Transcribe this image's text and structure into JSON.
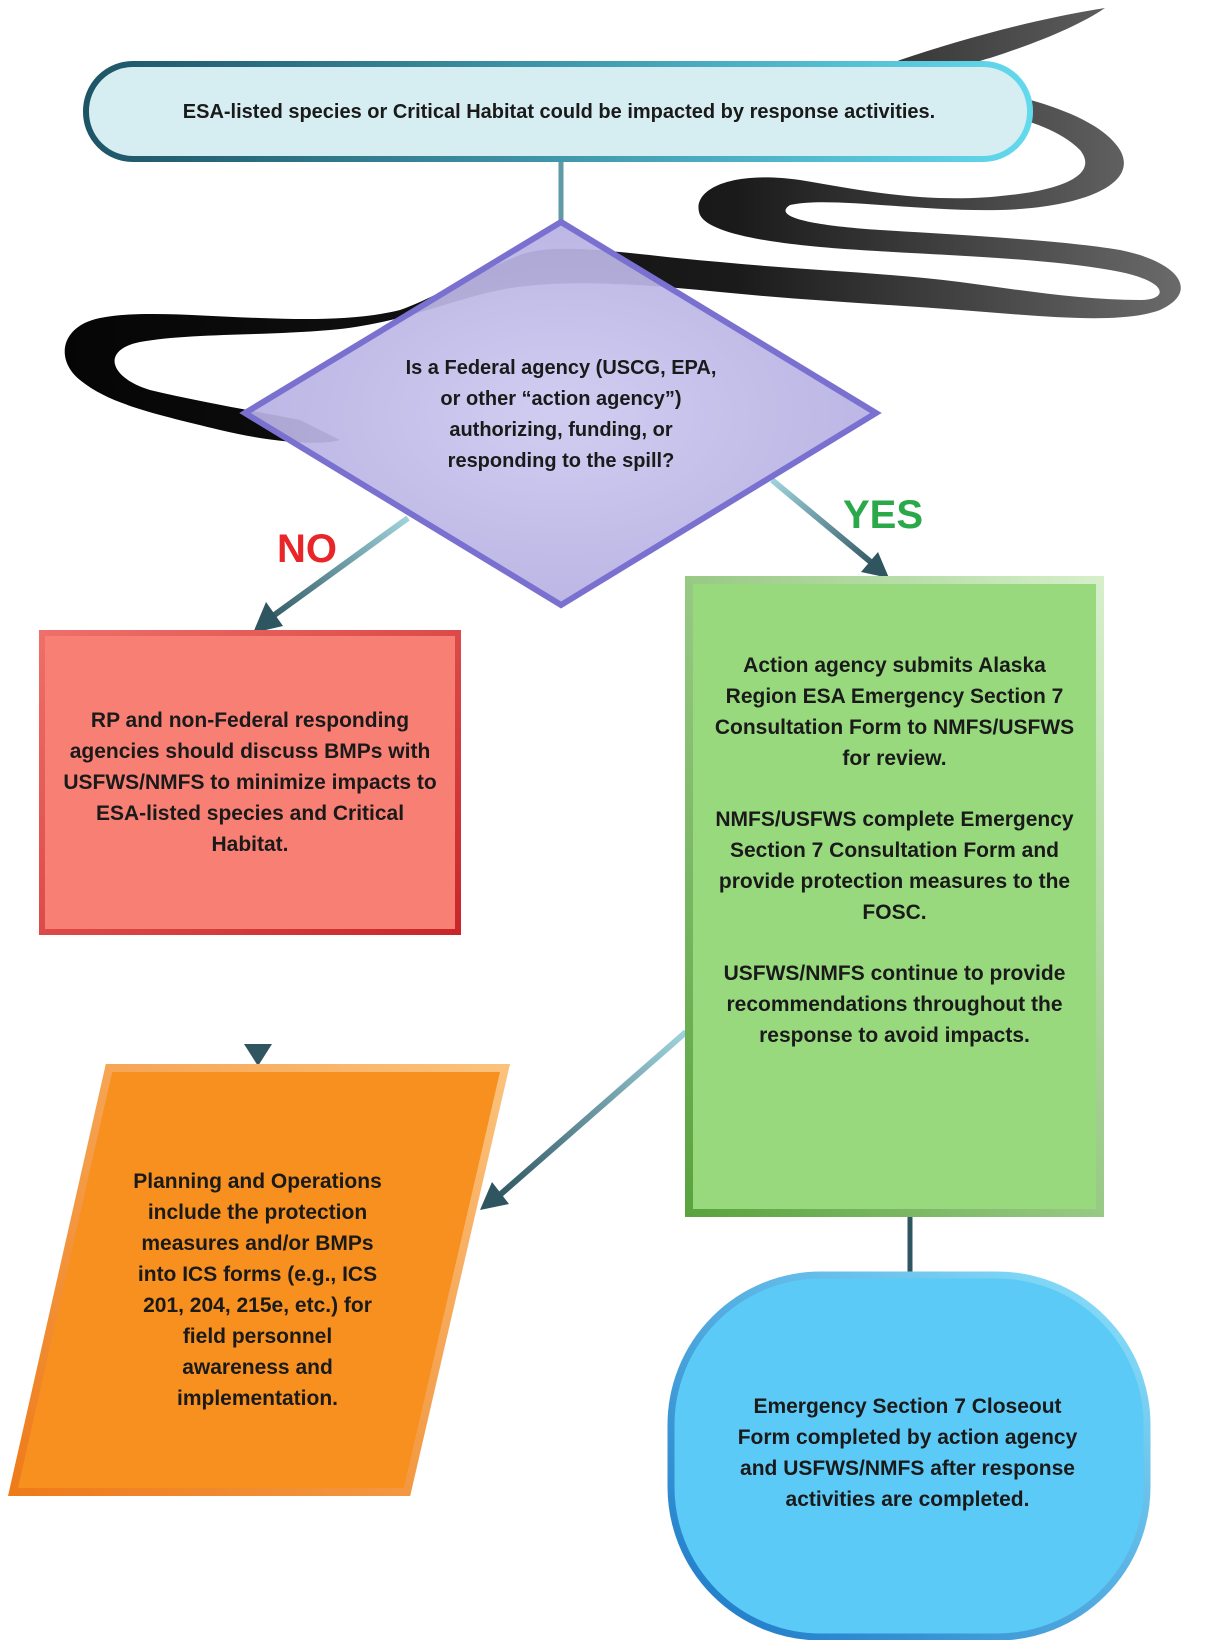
{
  "nodes": {
    "start": {
      "text": "ESA-listed species or Critical Habitat could be impacted by response activities."
    },
    "decision": {
      "text": "Is a Federal agency (USCG, EPA, or other “action agency”) authorizing, funding, or responding to the spill?"
    },
    "no_box": {
      "text": "RP and non-Federal responding agencies should discuss BMPs with USFWS/NMFS to minimize impacts to ESA-listed species and Critical Habitat."
    },
    "yes_box": {
      "paragraphs": [
        "Action agency submits Alaska Region ESA Emergency Section 7 Consultation Form to NMFS/USFWS for review.",
        "NMFS/USFWS complete Emergency Section 7 Consultation Form and provide protection measures to the FOSC.",
        "USFWS/NMFS continue to provide recommendations throughout the response to avoid impacts."
      ]
    },
    "planning": {
      "text": "Planning and Operations include the protection measures and/or BMPs into ICS forms (e.g., ICS 201, 204, 215e, etc.) for field personnel awareness and implementation."
    },
    "closeout": {
      "text": "Emergency Section 7 Closeout Form completed by action agency and USFWS/NMFS after response activities are completed."
    }
  },
  "branches": {
    "no_label": "NO",
    "yes_label": "YES"
  },
  "colors": {
    "no_label": "#e8262a",
    "yes_label": "#2aa84a",
    "start_fill": "#d6eef2",
    "decision_fill": "#c3bfe8",
    "decision_border": "#7a70d0",
    "no_fill": "#f87f74",
    "yes_fill": "#98d97e",
    "planning_fill": "#f7901e",
    "closeout_fill": "#5ccaf6",
    "connector": "#2f5560"
  }
}
